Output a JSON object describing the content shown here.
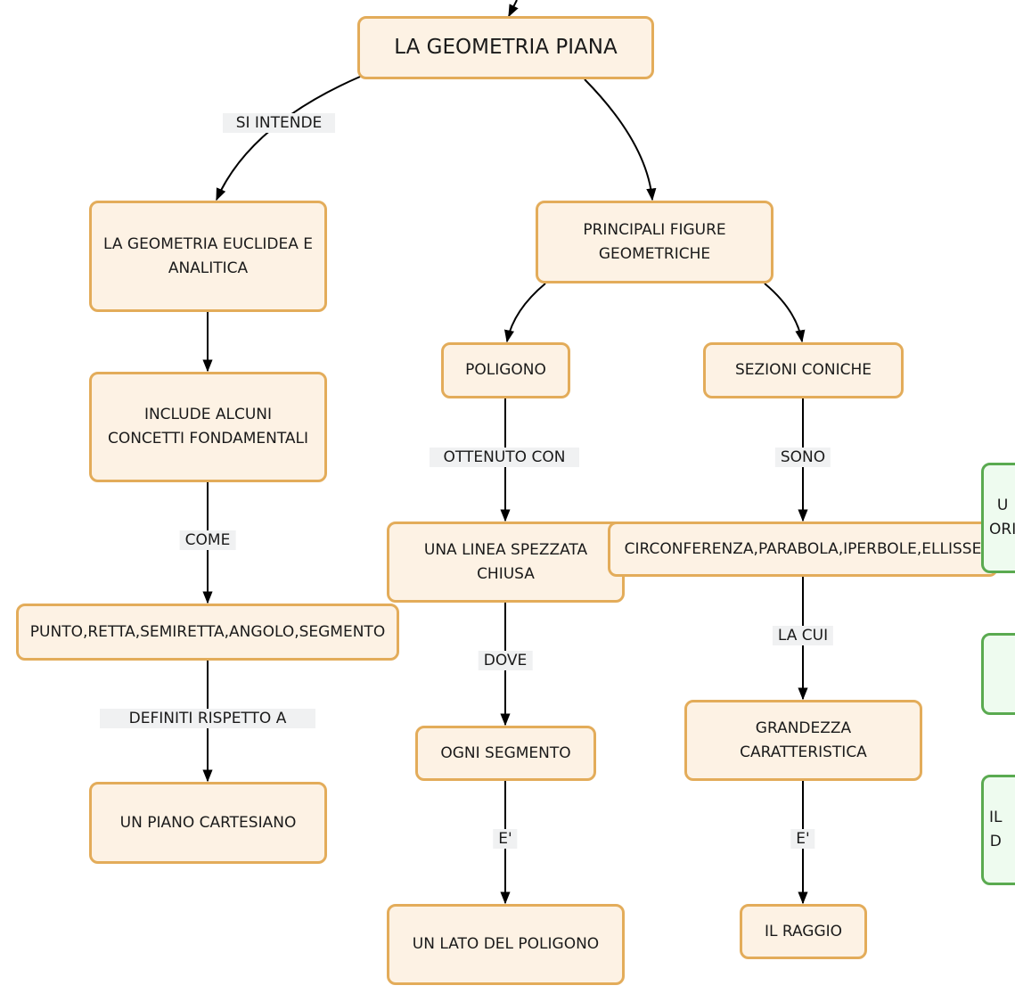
{
  "nodes": {
    "root": "LA GEOMETRIA PIANA",
    "euclidea": "LA GEOMETRIA EUCLIDEA E\nANALITICA",
    "figure": "PRINCIPALI FIGURE\nGEOMETRICHE",
    "poligono": "POLIGONO",
    "coniche": "SEZIONI CONICHE",
    "concetti": "INCLUDE ALCUNI\nCONCETTI FONDAMENTALI",
    "spezzata": "UNA LINEA SPEZZATA\nCHIUSA",
    "circonferenza": "CIRCONFERENZA,PARABOLA,IPERBOLE,ELLISSE",
    "punto": "PUNTO,RETTA,SEMIRETTA,ANGOLO,SEGMENTO",
    "segmento": "OGNI SEGMENTO",
    "grandezza": "GRANDEZZA\nCARATTERISTICA",
    "piano": "UN PIANO CARTESIANO",
    "lato": "UN LATO DEL POLIGONO",
    "raggio": "IL RAGGIO",
    "green_top": "U\nORI",
    "green_mid": "",
    "green_bottom": "IL\nD"
  },
  "labels": {
    "si_intende": "SI INTENDE",
    "ottenuto_con": "OTTENUTO CON",
    "sono": "SONO",
    "come": "COME",
    "la_cui": "LA CUI",
    "dove": "DOVE",
    "definiti": "DEFINITI RISPETTO A",
    "e_left": "E'",
    "e_right": "E'"
  },
  "colors": {
    "node_fill": "#fdf2e4",
    "node_border": "#e3ac5a",
    "green_fill": "#eefbef",
    "green_border": "#5aaa50",
    "label_bg": "#f0f1f2",
    "edge": "#000000"
  }
}
